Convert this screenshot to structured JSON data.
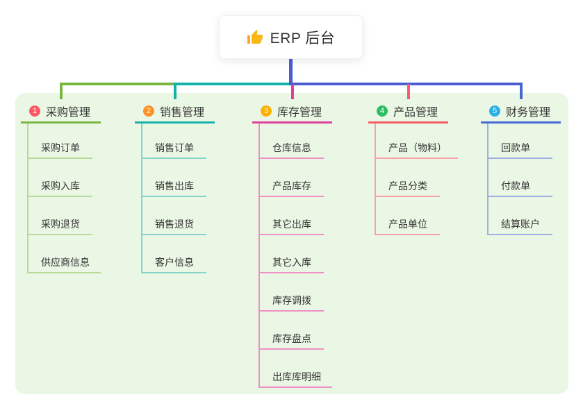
{
  "root": {
    "title": "ERP 后台",
    "icon": "thumbs-up"
  },
  "colors": {
    "panel_bg": "#ebf7e5",
    "connector_blue": "#4a5ed2",
    "text": "#333333",
    "card_bg": "#ffffff",
    "thumb_yellow": "#f9b715"
  },
  "branches": [
    {
      "badge": "1",
      "label": "采购管理",
      "slug": "purchase-management",
      "badge_color": "#fa5a66",
      "line_color": "#7ab63f",
      "child_line_color": "#b7d99a",
      "children": [
        "采购订单",
        "采购入库",
        "采购退货",
        "供应商信息"
      ]
    },
    {
      "badge": "2",
      "label": "销售管理",
      "slug": "sales-management",
      "badge_color": "#fd9127",
      "line_color": "#14b2a7",
      "child_line_color": "#85d3cb",
      "children": [
        "销售订单",
        "销售出库",
        "销售退货",
        "客户信息"
      ]
    },
    {
      "badge": "3",
      "label": "库存管理",
      "slug": "inventory-management",
      "badge_color": "#fdb000",
      "line_color": "#e03f9e",
      "child_line_color": "#f08fc5",
      "children": [
        "仓库信息",
        "产品库存",
        "其它出库",
        "其它入库",
        "库存调拨",
        "库存盘点",
        "出库库明细"
      ]
    },
    {
      "badge": "4",
      "label": "产品管理",
      "slug": "product-management",
      "badge_color": "#2dbd64",
      "line_color": "#f75b63",
      "child_line_color": "#f9a1a4",
      "children": [
        "产品（物料）",
        "产品分类",
        "产品单位"
      ]
    },
    {
      "badge": "5",
      "label": "财务管理",
      "slug": "finance-management",
      "badge_color": "#2aafe8",
      "line_color": "#4468d4",
      "child_line_color": "#9cb0e4",
      "children": [
        "回款单",
        "付款单",
        "结算账户"
      ]
    }
  ]
}
